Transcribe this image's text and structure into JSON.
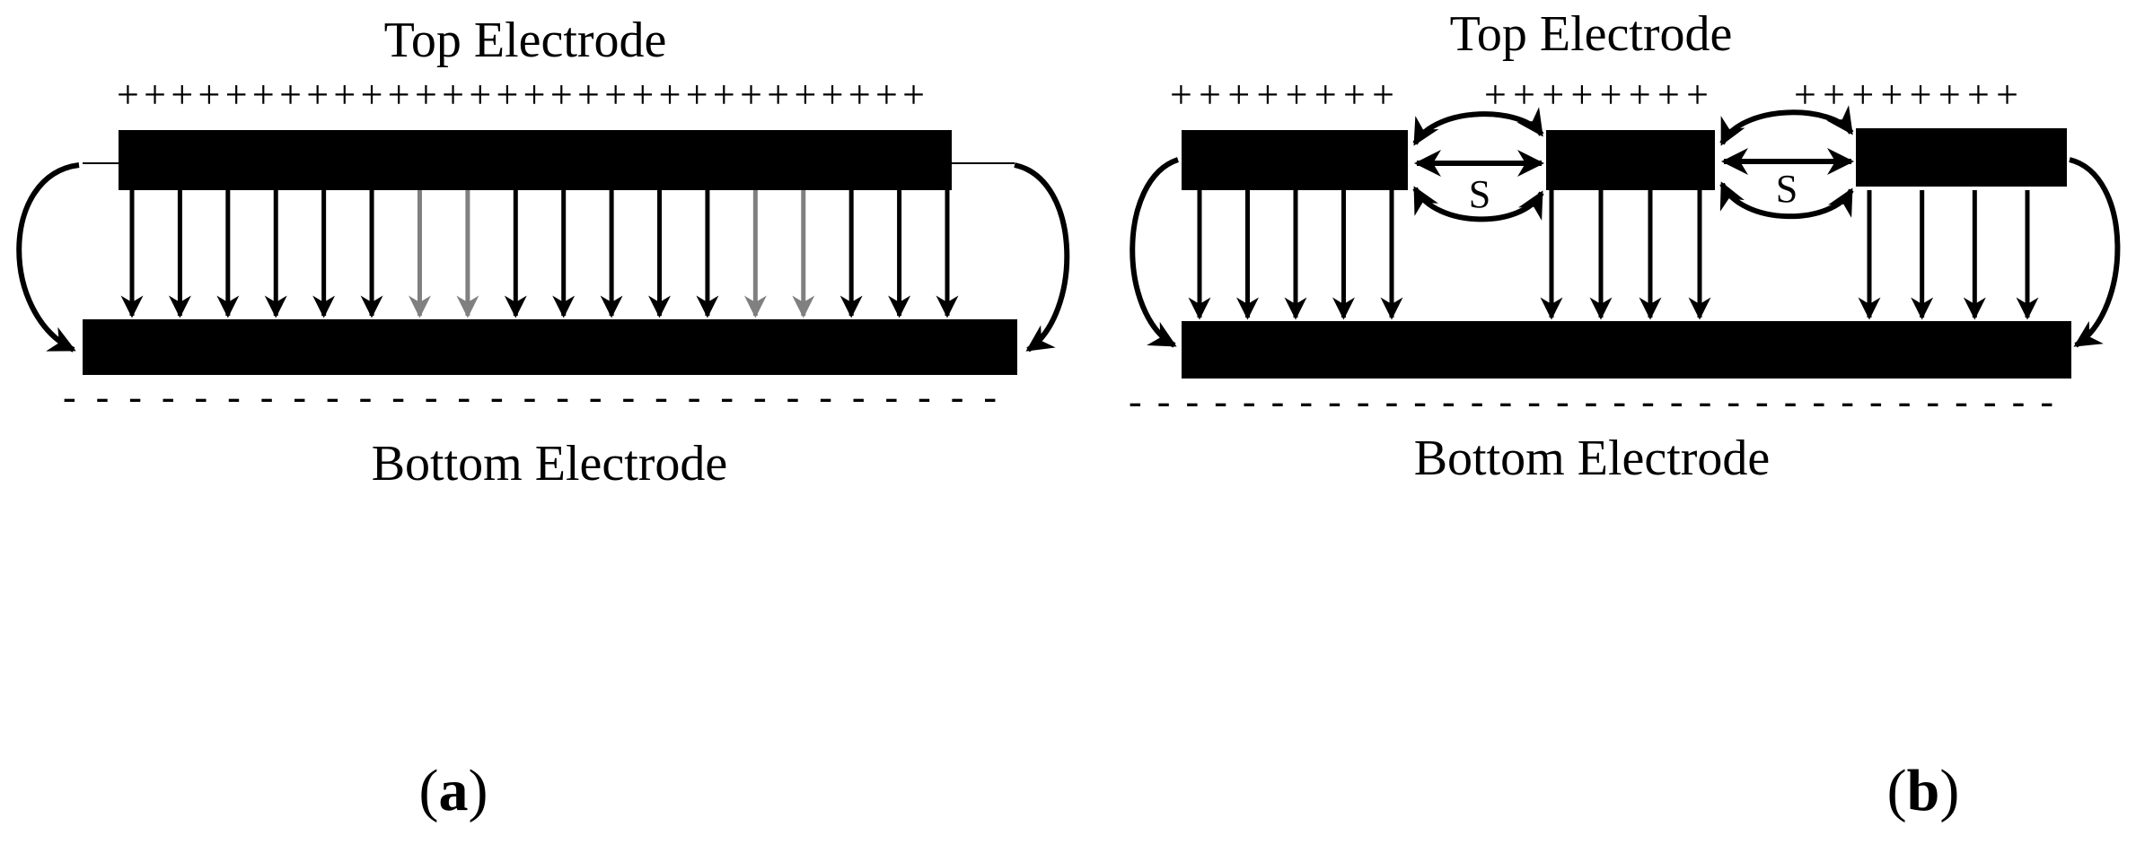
{
  "panels": [
    {
      "id": "a",
      "top_label": "Top Electrode",
      "bottom_label": "Bottom Electrode",
      "charge_top": "++++++++++++++++++++++++++++++",
      "charge_bottom": "- - - - - - - - - - - - - - - - - - - - - - - - - - - - -",
      "panel_letter": "a",
      "field_arrow_count": 18,
      "gray_arrow_indices": [
        6,
        7,
        13,
        14
      ]
    },
    {
      "id": "b",
      "top_label": "Top Electrode",
      "bottom_label": "Bottom Electrode",
      "charge_top_groups": [
        "++++++++",
        "++++++++",
        "++++++++"
      ],
      "charge_bottom": "- - - - - - - - - - - - - - - - - - - - - - - - - - - - - - - - -",
      "gap_label": "S",
      "panel_letter": "b",
      "segment_count": 3,
      "arrows_per_segment": [
        5,
        4,
        4
      ]
    }
  ],
  "colors": {
    "ink": "#000000",
    "gray_arrow": "#808080",
    "background": "#ffffff"
  }
}
